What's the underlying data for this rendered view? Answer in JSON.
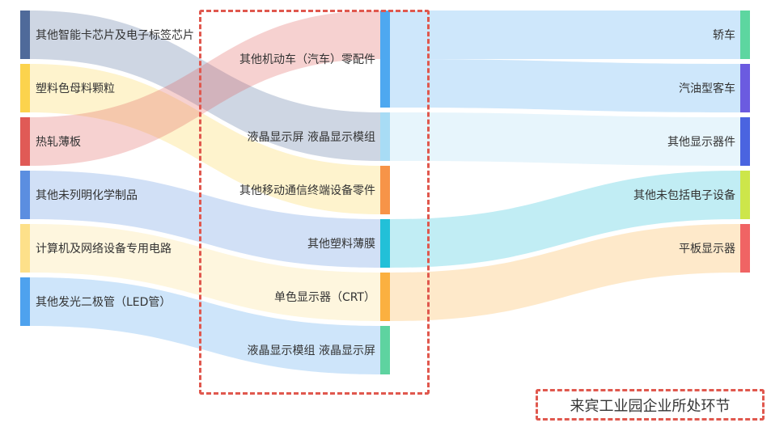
{
  "chart_data": {
    "type": "sankey",
    "nodes": [
      {
        "id": "n0",
        "name": "其他智能卡芯片及电子标签芯片",
        "column": 0,
        "color": "#4f6a9a"
      },
      {
        "id": "n1",
        "name": "塑料色母料颗粒",
        "column": 0,
        "color": "#fcd34d"
      },
      {
        "id": "n2",
        "name": "热轧薄板",
        "column": 0,
        "color": "#e05a56"
      },
      {
        "id": "n3",
        "name": "其他未列明化学制品",
        "column": 0,
        "color": "#5b8ee0"
      },
      {
        "id": "n4",
        "name": "计算机及网络设备专用电路",
        "column": 0,
        "color": "#fde08a"
      },
      {
        "id": "n5",
        "name": "其他发光二极管（LED管）",
        "column": 0,
        "color": "#4ea2ee"
      },
      {
        "id": "m0",
        "name": "其他机动车（汽车）零配件",
        "column": 1,
        "color": "#4ea8f0"
      },
      {
        "id": "m1",
        "name": "液晶显示屏 液晶显示模组",
        "column": 1,
        "color": "#a8dcf5"
      },
      {
        "id": "m2",
        "name": "其他移动通信终端设备零件",
        "column": 1,
        "color": "#f79448"
      },
      {
        "id": "m3",
        "name": "其他塑料薄膜",
        "column": 1,
        "color": "#22c0d8"
      },
      {
        "id": "m4",
        "name": "单色显示器（CRT）",
        "column": 1,
        "color": "#fbb040"
      },
      {
        "id": "m5",
        "name": "液晶显示模组 液晶显示屏",
        "column": 1,
        "color": "#5ed3a0"
      },
      {
        "id": "r0",
        "name": "轿车",
        "column": 2,
        "color": "#5dd6a0"
      },
      {
        "id": "r1",
        "name": "汽油型客车",
        "column": 2,
        "color": "#6b5be0"
      },
      {
        "id": "r2",
        "name": "其他显示器件",
        "column": 2,
        "color": "#4a64e0"
      },
      {
        "id": "r3",
        "name": "其他未包括电子设备",
        "column": 2,
        "color": "#cde64a"
      },
      {
        "id": "r4",
        "name": "平板显示器",
        "column": 2,
        "color": "#f06464"
      }
    ],
    "links": [
      {
        "source": "n0",
        "target": "m1",
        "value": 1
      },
      {
        "source": "n1",
        "target": "m2",
        "value": 1
      },
      {
        "source": "n2",
        "target": "m0",
        "value": 1
      },
      {
        "source": "n3",
        "target": "m3",
        "value": 1
      },
      {
        "source": "n4",
        "target": "m4",
        "value": 1
      },
      {
        "source": "n5",
        "target": "m5",
        "value": 1
      },
      {
        "source": "m0",
        "target": "r0",
        "value": 1
      },
      {
        "source": "m0",
        "target": "r1",
        "value": 1
      },
      {
        "source": "m1",
        "target": "r2",
        "value": 1
      },
      {
        "source": "m3",
        "target": "r3",
        "value": 1
      },
      {
        "source": "m4",
        "target": "r4",
        "value": 1
      }
    ],
    "highlight_label": "来宾工业园企业所处环节",
    "highlight_color": "#e0584e"
  }
}
